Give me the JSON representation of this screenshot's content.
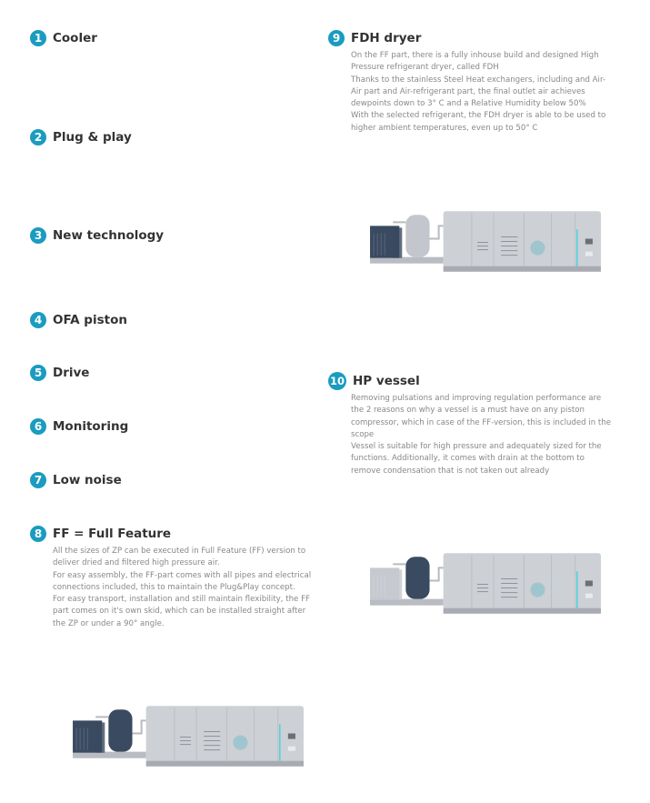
{
  "left_items": [
    {
      "number": "1",
      "title": "Cooler"
    },
    {
      "number": "2",
      "title": "Plug & play"
    },
    {
      "number": "3",
      "title": "New technology"
    },
    {
      "number": "4",
      "title": "OFA piston"
    },
    {
      "number": "5",
      "title": "Drive"
    },
    {
      "number": "6",
      "title": "Monitoring"
    },
    {
      "number": "7",
      "title": "Low noise"
    },
    {
      "number": "8",
      "title": "FF = Full Feature",
      "description": "All the sizes of ZP can be executed in Full Feature (FF) version to\ndeliver dried and filtered high pressure air.\nFor easy assembly, the FF-part comes with all pipes and electrical\nconnections included, this to maintain the Plug&Play concept.\nFor easy transport, installation and still maintain flexibility, the FF\npart comes on it's own skid, which can be installed straight after\nthe ZP or under a 90° angle."
    }
  ],
  "right_items": [
    {
      "number": "9",
      "title": "FDH dryer",
      "description": "On the FF part, there is a fully inhouse build and designed High\nPressure refrigerant dryer, called FDH\nThanks to the stainless Steel Heat exchangers, including and Air-\nAir part and Air-refrigerant part, the final outlet air achieves\ndewpoints down to 3° C and a Relative Humidity below 50%\nWith the selected refrigerant, the FDH dryer is able to be used to\nhigher ambient temperatures, even up to 50° C"
    },
    {
      "number": "10",
      "title": "HP vessel",
      "description": "Removing pulsations and improving regulation performance are\nthe 2 reasons on why a vessel is a must have on any piston\ncompressor, which in case of the FF-version, this is included in the\nscope\nVessel is suitable for high pressure and adequately sized for the\nfunctions. Additionally, it comes with drain at the bottom to\nremove condensation that is not taken out already"
    }
  ],
  "colors": {
    "accent": "#1a9cc0",
    "highlight_dark": "#3a4a60",
    "machine_light": "#c9ccd2"
  }
}
